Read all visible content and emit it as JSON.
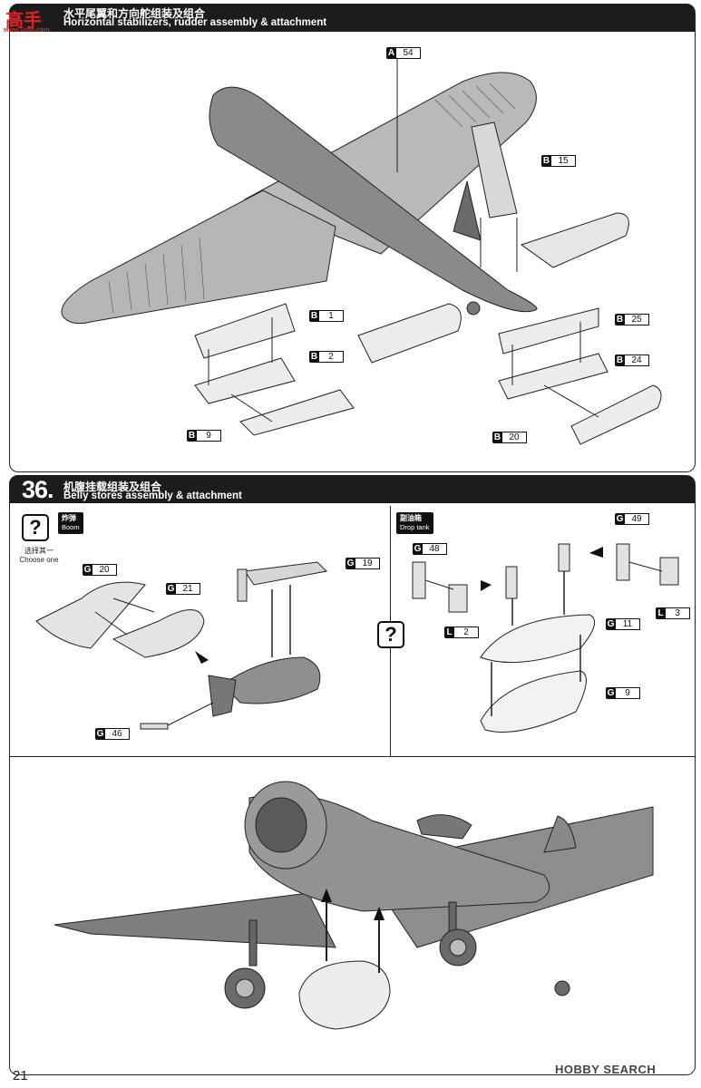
{
  "watermark": {
    "logo_text": "高手",
    "logo_url": "www.5sbn.com"
  },
  "step35": {
    "title_cn": "水平尾翼和方向舵组装及组合",
    "title_en": "Horizontal stabilizers, rudder assembly & attachment",
    "callouts": [
      {
        "letter": "A",
        "num": "54"
      },
      {
        "letter": "B",
        "num": "15"
      },
      {
        "letter": "B",
        "num": "1"
      },
      {
        "letter": "B",
        "num": "2"
      },
      {
        "letter": "B",
        "num": "9"
      },
      {
        "letter": "B",
        "num": "25"
      },
      {
        "letter": "B",
        "num": "24"
      },
      {
        "letter": "B",
        "num": "20"
      }
    ]
  },
  "step36": {
    "number": "36.",
    "title_cn": "机腹挂载组装及组合",
    "title_en": "Belly stores assembly & attachment",
    "choose_cn": "选择其一",
    "choose_en": "Choose one",
    "question_mark": "?",
    "bomb_tag_cn": "炸弹",
    "bomb_tag_en": "Boom",
    "tank_tag_cn": "副油箱",
    "tank_tag_en": "Drop tank",
    "bomb_callouts": [
      {
        "letter": "G",
        "num": "20"
      },
      {
        "letter": "G",
        "num": "21"
      },
      {
        "letter": "G",
        "num": "19"
      },
      {
        "letter": "G",
        "num": "46"
      }
    ],
    "tank_callouts": [
      {
        "letter": "G",
        "num": "48"
      },
      {
        "letter": "G",
        "num": "49"
      },
      {
        "letter": "L",
        "num": "2"
      },
      {
        "letter": "L",
        "num": "3"
      },
      {
        "letter": "G",
        "num": "11"
      },
      {
        "letter": "G",
        "num": "9"
      }
    ]
  },
  "footer": {
    "page_number": "21",
    "source": "HOBBY SEARCH"
  }
}
